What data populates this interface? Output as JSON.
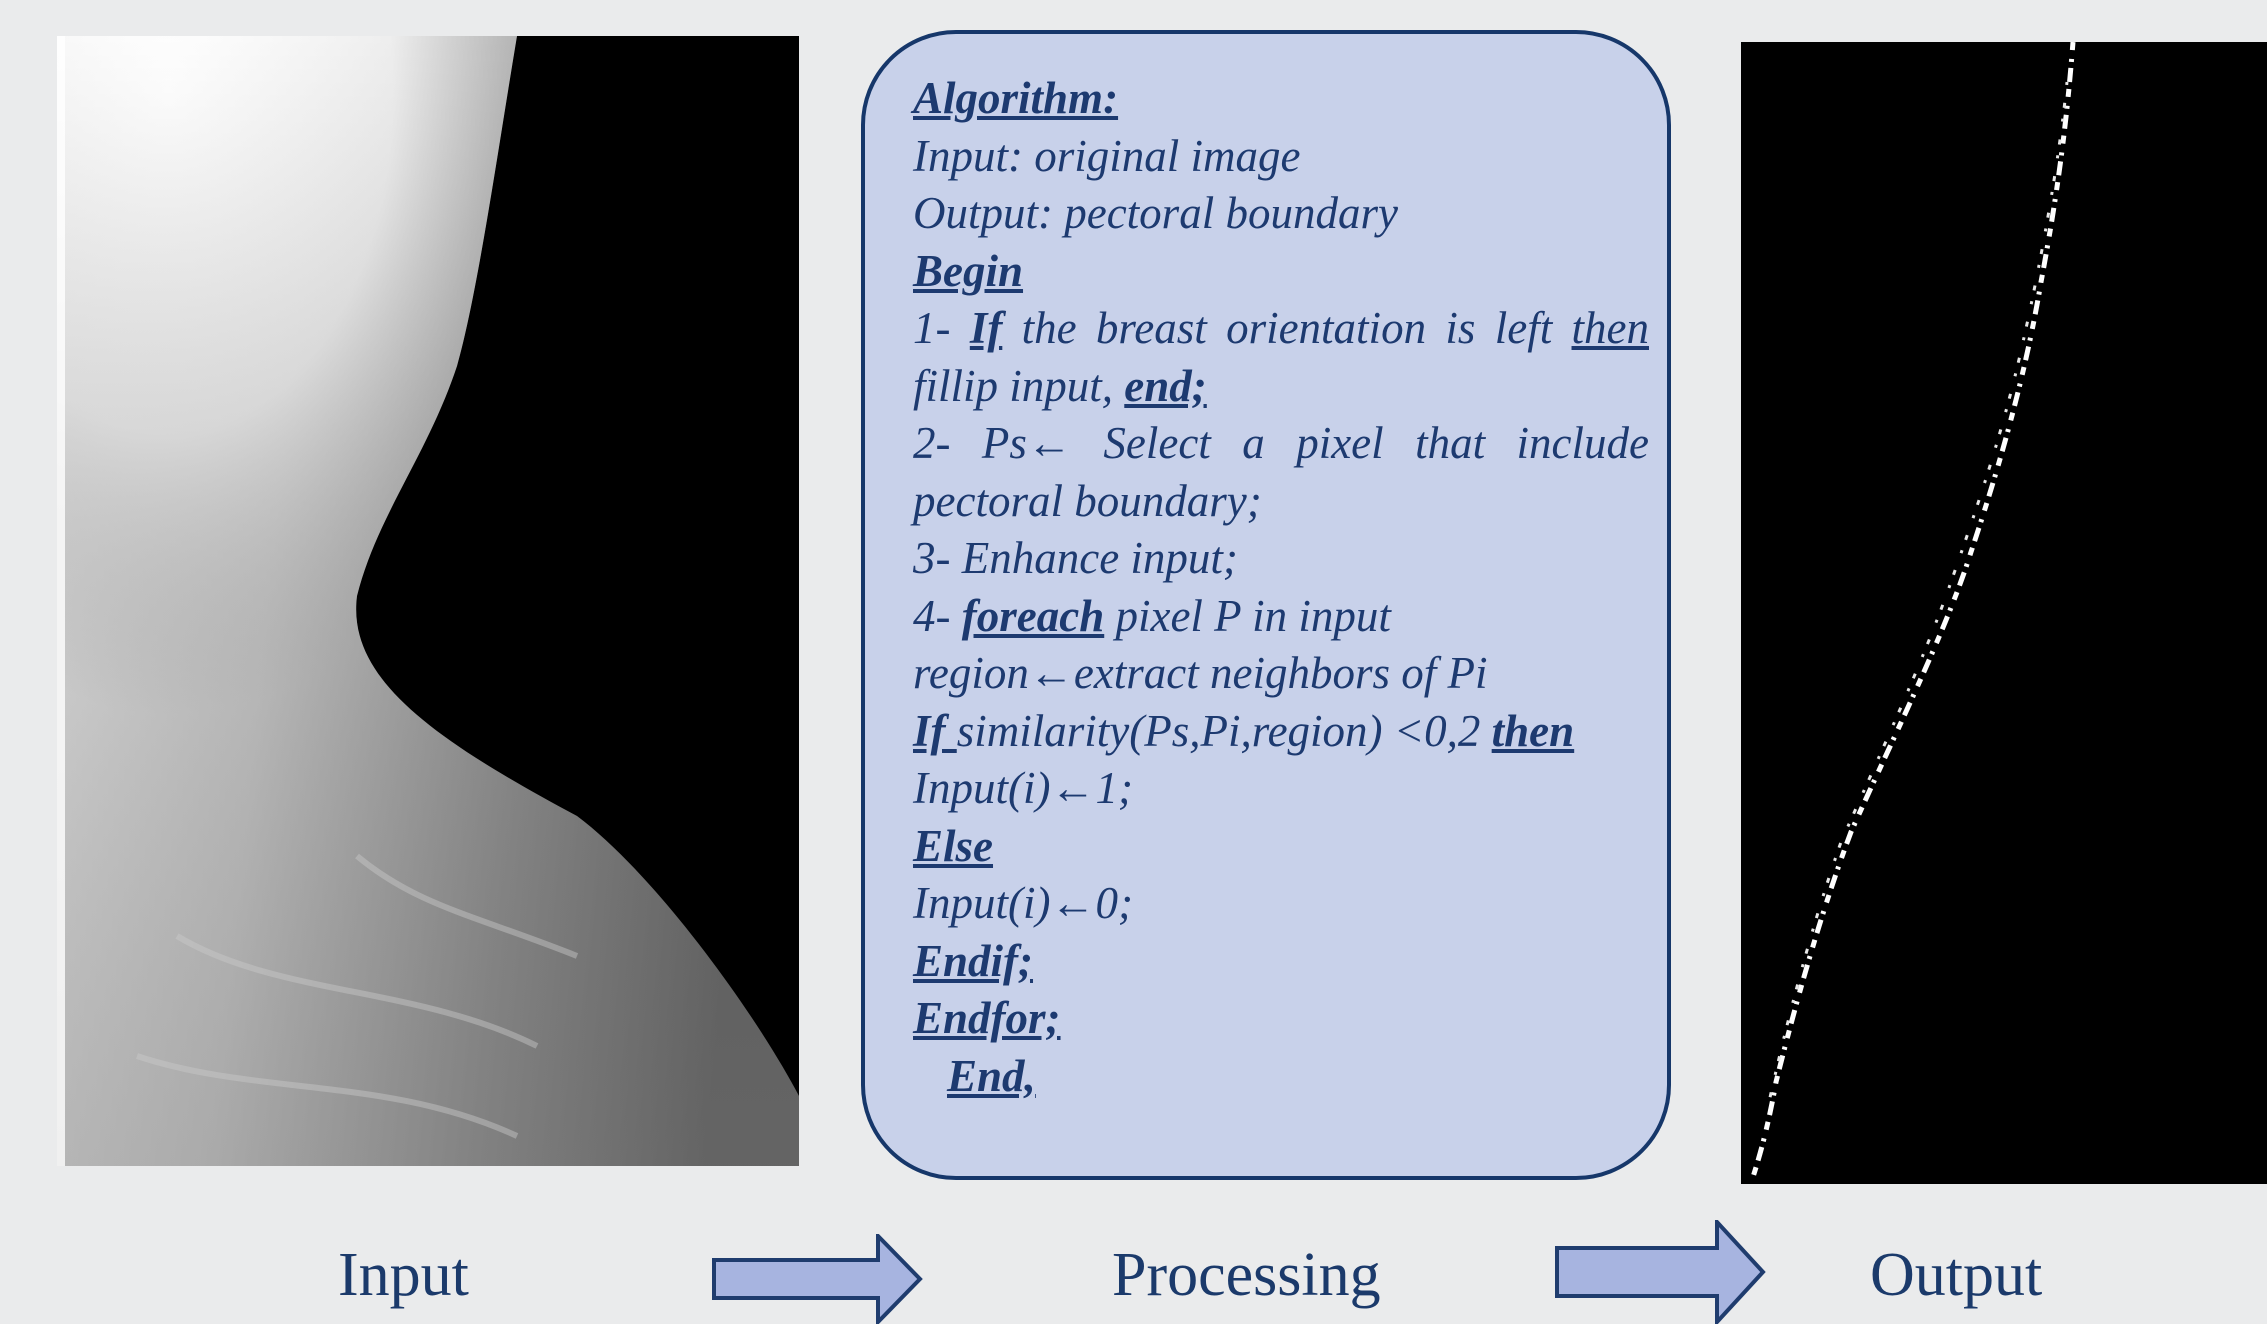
{
  "algorithm": {
    "title": "Algorithm:",
    "input_line": "Input: original image",
    "output_line": "Output: pectoral boundary",
    "begin": "Begin",
    "step1_prefix": "1- ",
    "step1_if": "If",
    "step1_text": " the breast orientation is left ",
    "step1_then": "then",
    "step1_cont": "fillip input, ",
    "step1_end": "end;",
    "step2_text": "2- Ps← Select a pixel that include",
    "step2_cont": "pectoral boundary;",
    "step3": "3- Enhance input;",
    "step4_prefix": "4- ",
    "step4_foreach": "foreach",
    "step4_text": " pixel P in input",
    "region_line": "region←extract neighbors of Pi",
    "if_kw": "If ",
    "similarity_text": " similarity(Ps,Pi,region) <0,2 ",
    "then_kw": "then",
    "assign1": "Input(i)←1;",
    "else_kw": "Else",
    "assign0": "Input(i)←0;",
    "endif_kw": "Endif;",
    "endfor_kw": "Endfor;",
    "end_kw": "End,"
  },
  "captions": {
    "input": "Input",
    "processing": "Processing",
    "output": "Output"
  },
  "colors": {
    "box_fill": "#c8d1ea",
    "box_border": "#16376a",
    "text": "#1d3a70",
    "arrow_fill": "#a7b4e0",
    "arrow_stroke": "#1f3c6e"
  }
}
